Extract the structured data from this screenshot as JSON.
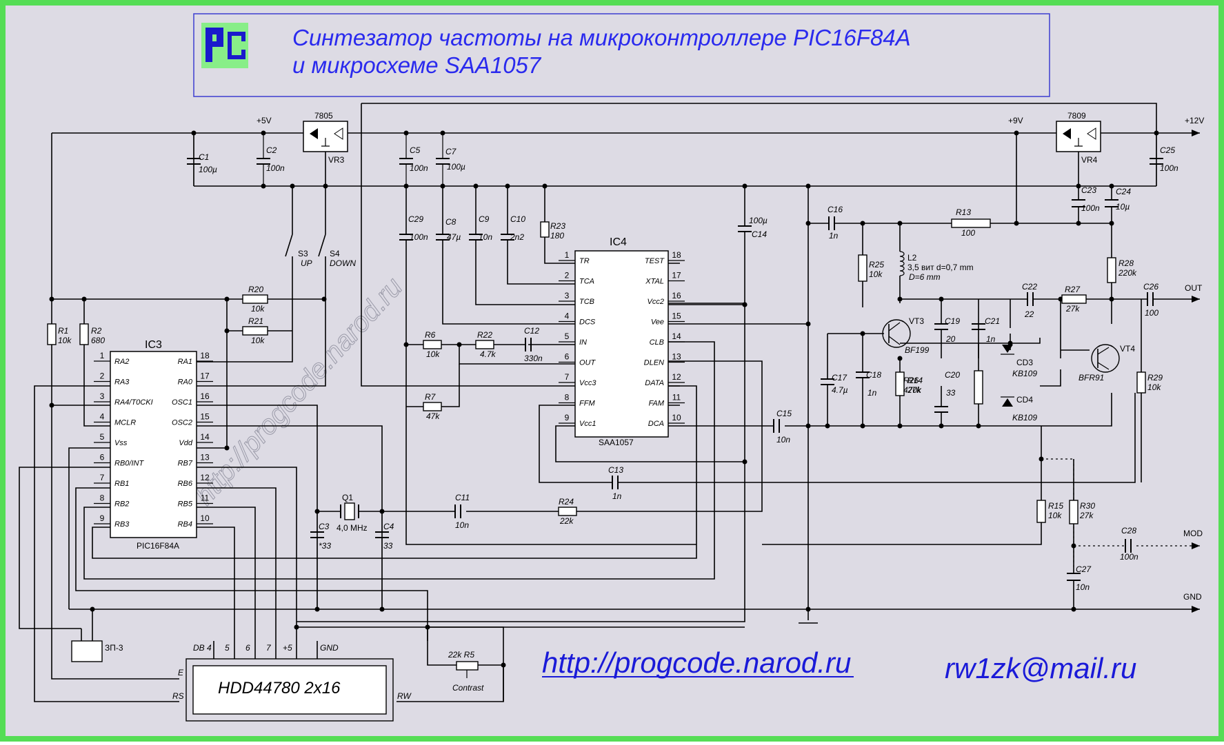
{
  "title": {
    "line1": "Синтезатор частоты на микроконтроллере PIC16F84A",
    "line2": "и микросхеме SAA1057",
    "logo": "pic-logo"
  },
  "footer": {
    "url": "http://progcode.narod.ru",
    "email": "rw1zk@mail.ru",
    "watermark": "http://progcode.narod.ru"
  },
  "rails": {
    "p5": "+5V",
    "p9": "+9V",
    "p12": "+12V",
    "out": "OUT",
    "mod": "MOD",
    "gnd": "GND"
  },
  "regulators": [
    {
      "name": "7805",
      "ref": "VR3"
    },
    {
      "name": "7809",
      "ref": "VR4"
    }
  ],
  "ic3": {
    "ref": "IC3",
    "part": "PIC16F84A",
    "left": [
      {
        "n": "1",
        "name": "RA2"
      },
      {
        "n": "2",
        "name": "RA3"
      },
      {
        "n": "3",
        "name": "RA4/T0CKI"
      },
      {
        "n": "4",
        "name": "MCLR"
      },
      {
        "n": "5",
        "name": "Vss"
      },
      {
        "n": "6",
        "name": "RB0/INT"
      },
      {
        "n": "7",
        "name": "RB1"
      },
      {
        "n": "8",
        "name": "RB2"
      },
      {
        "n": "9",
        "name": "RB3"
      }
    ],
    "right": [
      {
        "n": "18",
        "name": "RA1"
      },
      {
        "n": "17",
        "name": "RA0"
      },
      {
        "n": "16",
        "name": "OSC1"
      },
      {
        "n": "15",
        "name": "OSC2"
      },
      {
        "n": "14",
        "name": "Vdd"
      },
      {
        "n": "13",
        "name": "RB7"
      },
      {
        "n": "12",
        "name": "RB6"
      },
      {
        "n": "11",
        "name": "RB5"
      },
      {
        "n": "10",
        "name": "RB4"
      }
    ]
  },
  "ic4": {
    "ref": "IC4",
    "part": "SAA1057",
    "left": [
      {
        "n": "1",
        "name": "TR"
      },
      {
        "n": "2",
        "name": "TCA"
      },
      {
        "n": "3",
        "name": "TCB"
      },
      {
        "n": "4",
        "name": "DCS"
      },
      {
        "n": "5",
        "name": "IN"
      },
      {
        "n": "6",
        "name": "OUT"
      },
      {
        "n": "7",
        "name": "Vcc3"
      },
      {
        "n": "8",
        "name": "FFM"
      },
      {
        "n": "9",
        "name": "Vcc1"
      }
    ],
    "right": [
      {
        "n": "18",
        "name": "TEST"
      },
      {
        "n": "17",
        "name": "XTAL"
      },
      {
        "n": "16",
        "name": "Vcc2"
      },
      {
        "n": "15",
        "name": "Vee"
      },
      {
        "n": "14",
        "name": "CLB"
      },
      {
        "n": "13",
        "name": "DLEN"
      },
      {
        "n": "12",
        "name": "DATA"
      },
      {
        "n": "11",
        "name": "FAM"
      },
      {
        "n": "10",
        "name": "DCA"
      }
    ]
  },
  "lcd": {
    "name": "HDD44780 2x16",
    "pins": {
      "db4": "DB 4",
      "p5": "5",
      "p6": "6",
      "p7": "7",
      "vcc": "+5",
      "gnd": "GND",
      "e": "E",
      "rs": "RS",
      "rw": "RW"
    }
  },
  "connector": "ЗП-3",
  "switches": [
    {
      "ref": "S3",
      "label": "UP"
    },
    {
      "ref": "S4",
      "label": "DOWN"
    }
  ],
  "crystal": {
    "ref": "Q1",
    "value": "4,0 MHz"
  },
  "inductor": {
    "ref": "L2",
    "l1": "3,5 вит d=0,7 mm",
    "l2": "D=6 mm"
  },
  "transistors": [
    {
      "ref": "VT3",
      "part": "BF199"
    },
    {
      "ref": "VT4",
      "part": "BFR91"
    }
  ],
  "diodes": [
    {
      "ref": "CD3",
      "part": "KB109"
    },
    {
      "ref": "CD4",
      "part": "KB109"
    }
  ],
  "pot": {
    "ref": "22k R5",
    "label": "Contrast"
  },
  "capacitors": [
    {
      "ref": "C1",
      "value": "100µ"
    },
    {
      "ref": "C2",
      "value": "100n"
    },
    {
      "ref": "C3",
      "value": "*33"
    },
    {
      "ref": "C4",
      "value": "33"
    },
    {
      "ref": "C5",
      "value": "100n"
    },
    {
      "ref": "C7",
      "value": "100µ"
    },
    {
      "ref": "C8",
      "value": "47µ"
    },
    {
      "ref": "C9",
      "value": "10n"
    },
    {
      "ref": "C10",
      "value": "2n2"
    },
    {
      "ref": "C11",
      "value": "10n"
    },
    {
      "ref": "C12",
      "value": "330n"
    },
    {
      "ref": "C13",
      "value": "1n"
    },
    {
      "ref": "C14",
      "value": "100µ"
    },
    {
      "ref": "C15",
      "value": "10n"
    },
    {
      "ref": "C16",
      "value": "1n"
    },
    {
      "ref": "C17",
      "value": "4.7µ"
    },
    {
      "ref": "C18",
      "value": "1n"
    },
    {
      "ref": "C19",
      "value": "20"
    },
    {
      "ref": "C20",
      "value": "33"
    },
    {
      "ref": "C21",
      "value": "1n"
    },
    {
      "ref": "C22",
      "value": "22"
    },
    {
      "ref": "C23",
      "value": "100n"
    },
    {
      "ref": "C24",
      "value": "10µ"
    },
    {
      "ref": "C25",
      "value": "100n"
    },
    {
      "ref": "C26",
      "value": "100"
    },
    {
      "ref": "C27",
      "value": "10n"
    },
    {
      "ref": "C28",
      "value": "100n"
    },
    {
      "ref": "C29",
      "value": "100n"
    }
  ],
  "resistors": [
    {
      "ref": "R1",
      "value": "10k"
    },
    {
      "ref": "R2",
      "value": "680"
    },
    {
      "ref": "R6",
      "value": "10k"
    },
    {
      "ref": "R7",
      "value": "47k"
    },
    {
      "ref": "R13",
      "value": "100"
    },
    {
      "ref": "R14",
      "value": "27k"
    },
    {
      "ref": "R15",
      "value": "10k"
    },
    {
      "ref": "R20",
      "value": "10k"
    },
    {
      "ref": "R21",
      "value": "10k"
    },
    {
      "ref": "R22",
      "value": "4.7k"
    },
    {
      "ref": "R23",
      "value": "180"
    },
    {
      "ref": "R24",
      "value": "22k"
    },
    {
      "ref": "R25",
      "value": "10k"
    },
    {
      "ref": "R26",
      "value": "470k"
    },
    {
      "ref": "R27",
      "value": "27k"
    },
    {
      "ref": "R28",
      "value": "220k"
    },
    {
      "ref": "R29",
      "value": "10k"
    },
    {
      "ref": "R30",
      "value": "27k"
    }
  ],
  "colors": {
    "background": "#dddbe4",
    "frame": "#55dd55",
    "title": "#2a2aee",
    "link": "#1a1ad8",
    "logo": "#88ee88"
  }
}
